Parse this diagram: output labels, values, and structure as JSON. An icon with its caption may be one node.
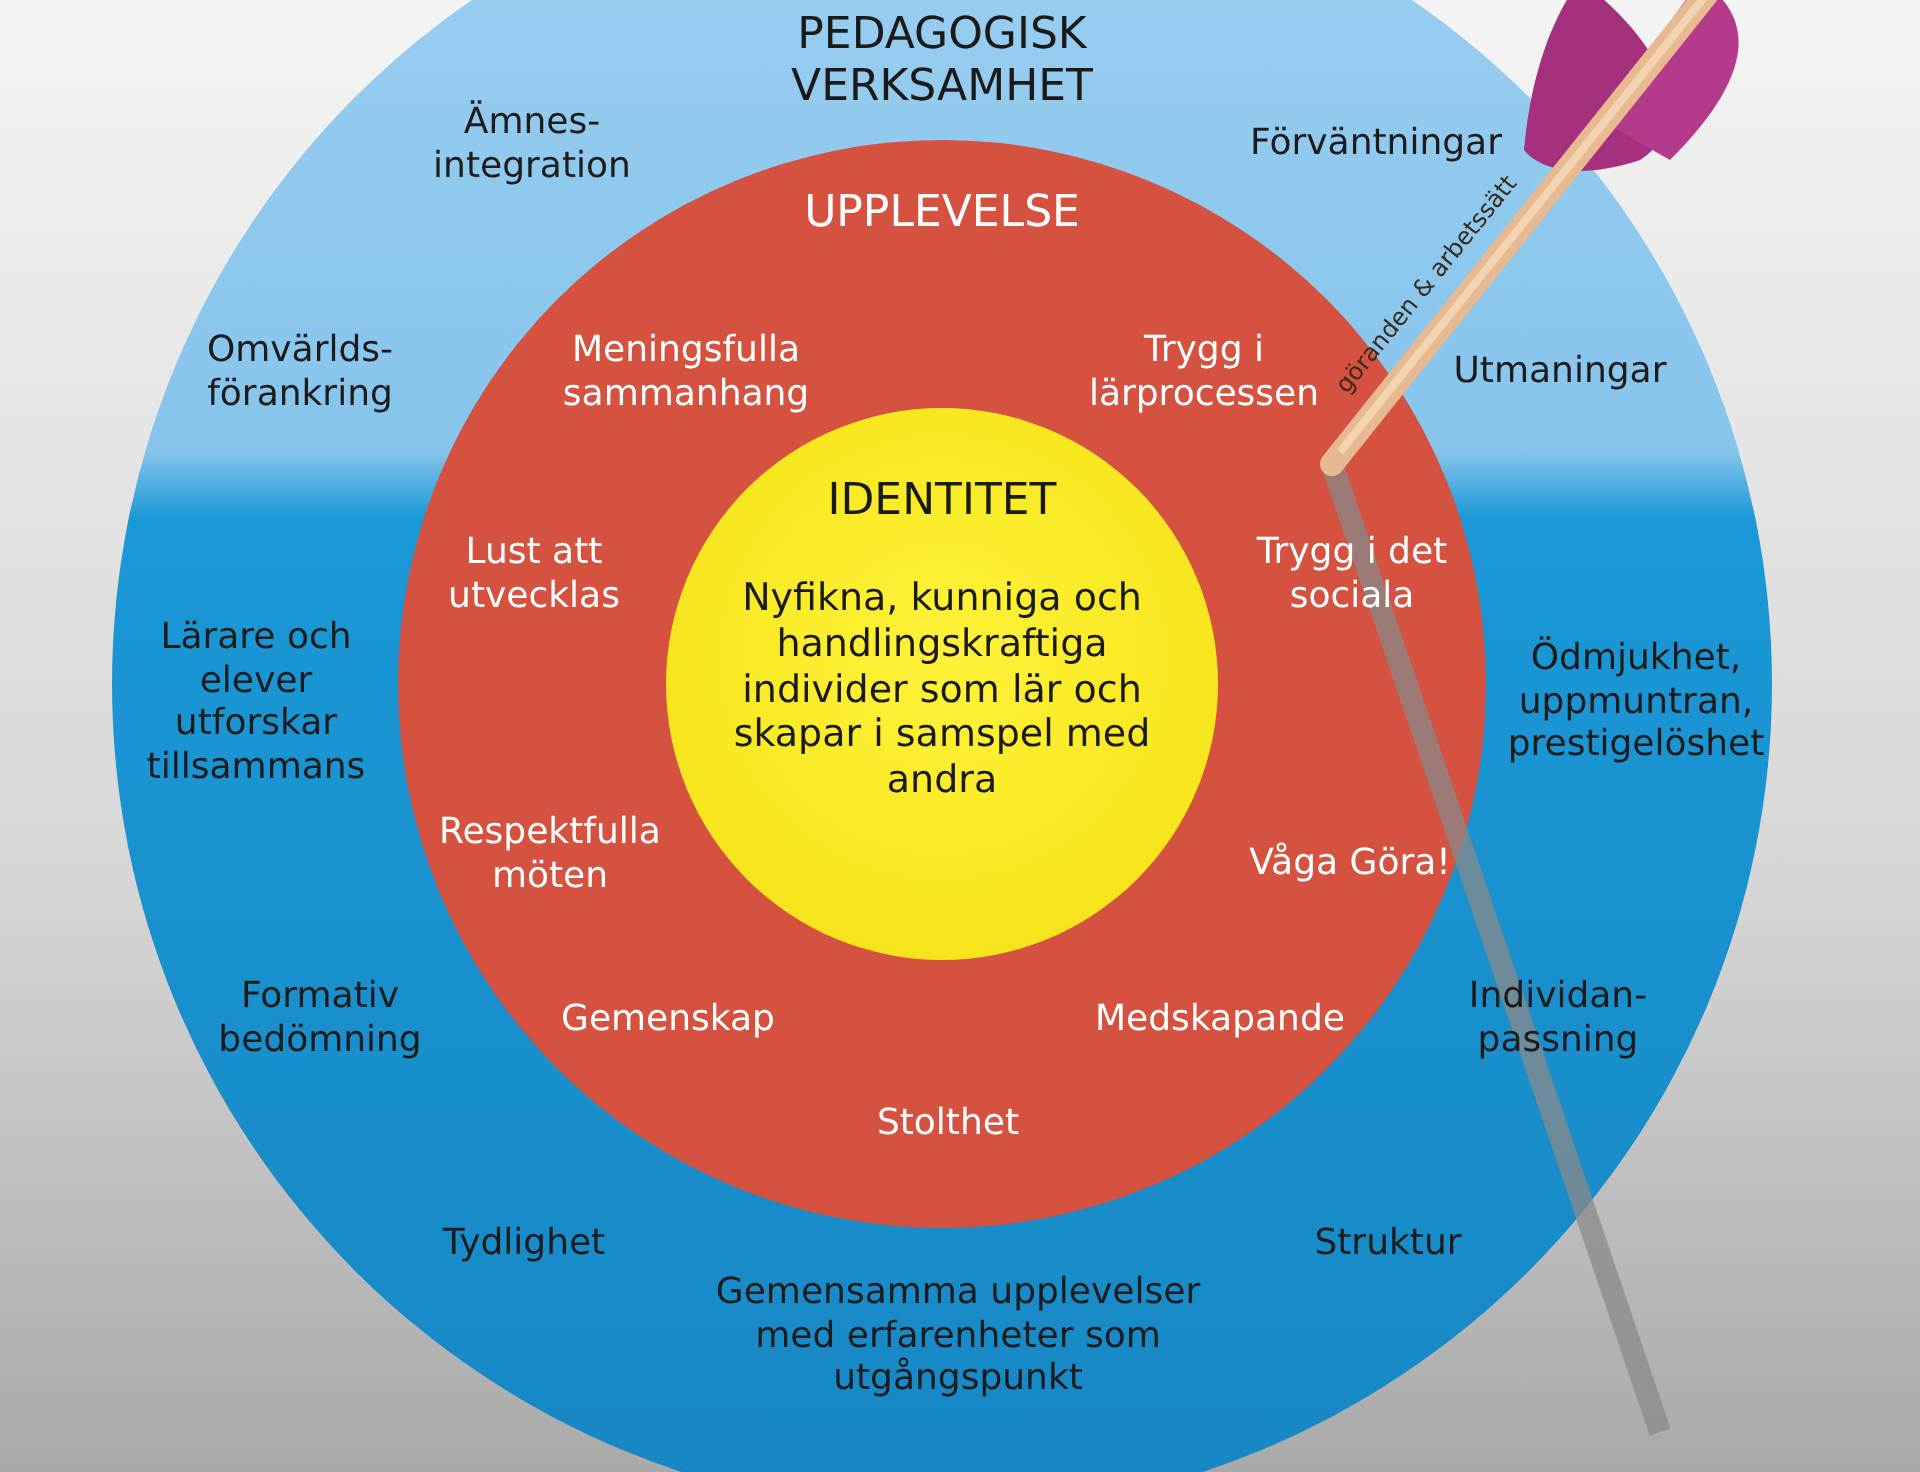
{
  "diagram": {
    "nodes": [
      {
        "text": [
          "PEDAGOGISK VERKSAMHET"
        ]
      },
      {
        "text": [
          "UPPLEVELSE"
        ],
        "in": 0
      },
      {
        "text": [
          "IDENTITET",
          "Nyfikna, kunniga och handlingskraftiga individer som lär och skapar i samspel med andra"
        ],
        "in": 1
      }
    ],
    "labels": [
      "Ämnes- integration",
      "Förväntningar",
      "Omvärlds- förankring",
      "Meningsfulla sammanhang",
      "Trygg i lärprocessen",
      "Utmaningar",
      "göranden & arbetssätt",
      "Lust att utvecklas",
      "Trygg i det sociala",
      "Lärare och elever utforskar tillsammans",
      "Ödmjukhet, uppmuntran, prestigelöshet",
      "Respektfulla möten",
      "Våga Göra!",
      "Formativ bedömning",
      "Gemenskap",
      "Medskapande",
      "Individan- passning",
      "Stolthet",
      "Tydlighet",
      "Struktur",
      "Gemensamma upplevelser med erfarenheter som utgångspunkt"
    ]
  }
}
